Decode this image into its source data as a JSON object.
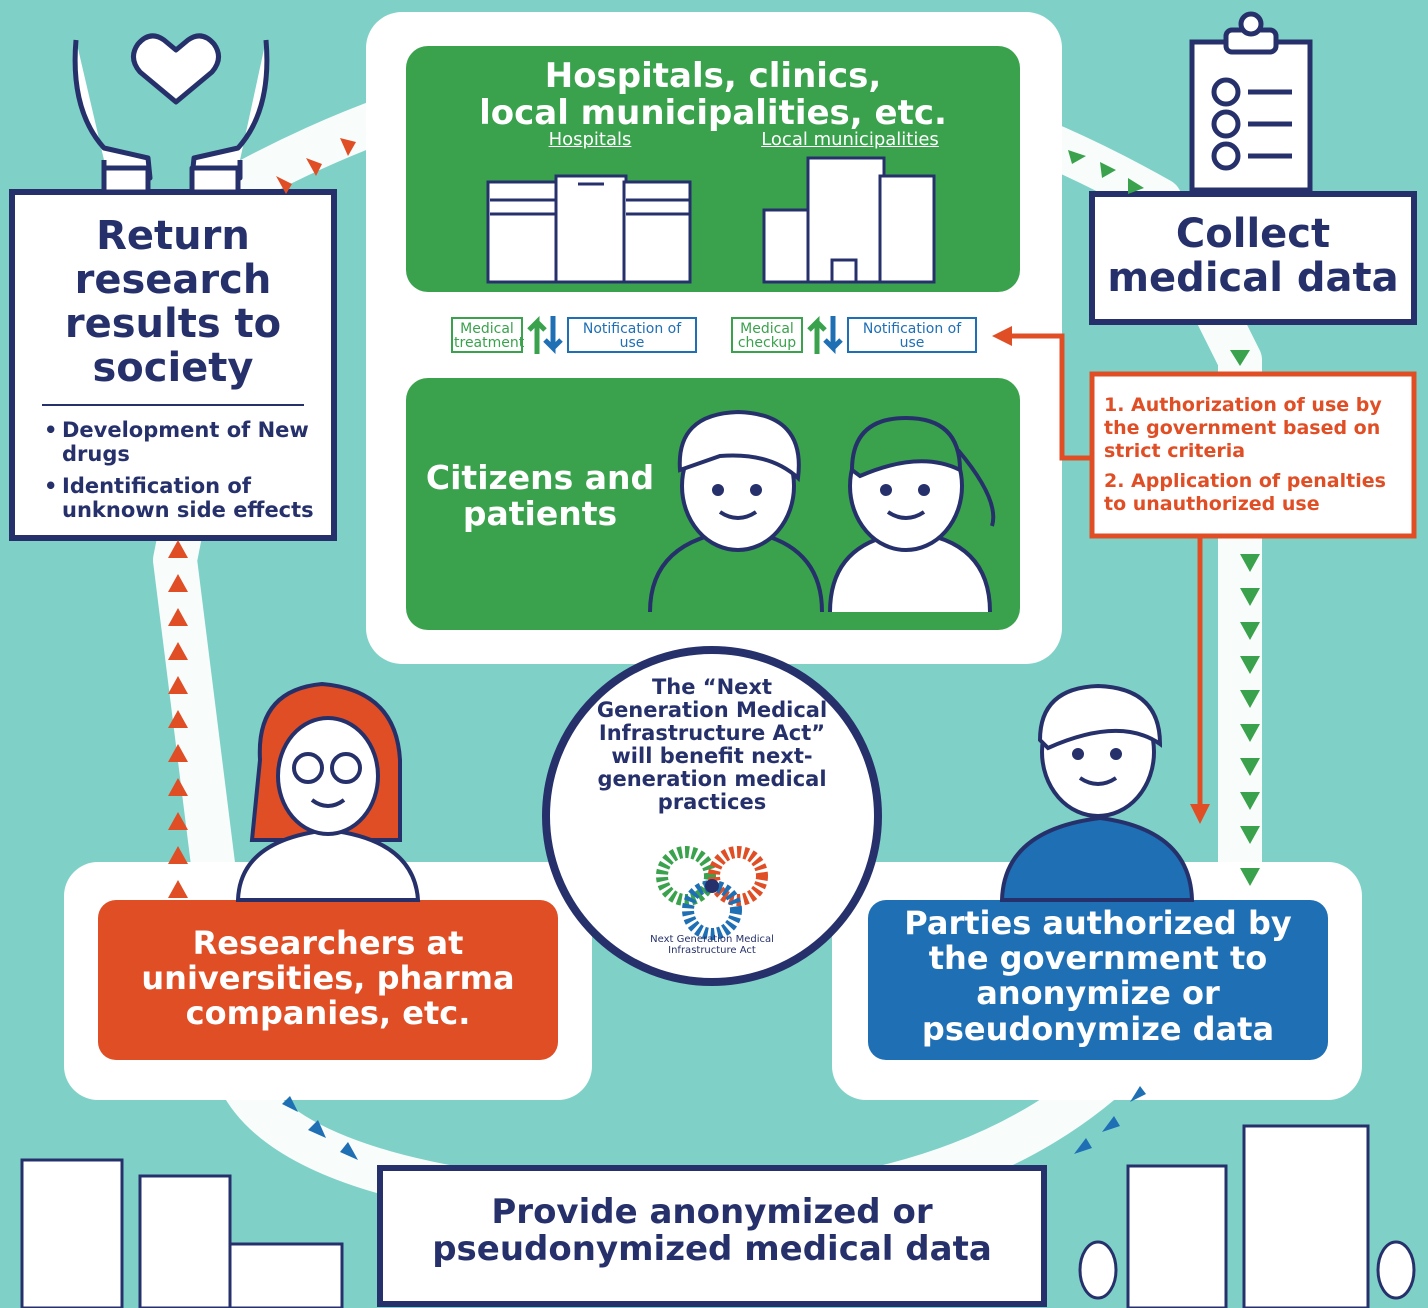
{
  "nodes": {
    "hospitals_panel": {
      "title": "Hospitals, clinics,\nlocal municipalities, etc.",
      "hospitals_label": "Hospitals",
      "municipalities_label": "Local municipalities"
    },
    "flows": {
      "medical_treatment": "Medical treatment",
      "notification_use_1": "Notification of use",
      "medical_checkup": "Medical checkup",
      "notification_use_2": "Notification of use"
    },
    "citizens": {
      "label": "Citizens and patients"
    },
    "return": {
      "title": "Return research results to society",
      "bullets": [
        "Development of New drugs",
        "Identification of unknown side effects"
      ]
    },
    "collect": {
      "title": "Collect medical data"
    },
    "criteria": {
      "items": [
        "1. Authorization of use by the government based on strict criteria",
        "2. Application of penalties to unauthorized use"
      ]
    },
    "center": {
      "text": "The “Next Generation Medical Infrastructure Act” will benefit next-generation medical practices",
      "logo_text": "Next Generation Medical Infrastructure Act"
    },
    "researchers": {
      "label": "Researchers at universities, pharma companies, etc."
    },
    "parties": {
      "label": "Parties authorized by the government to anonymize or pseudonymize data"
    },
    "provide": {
      "label": "Provide anonymized or pseudonymized medical data"
    }
  },
  "colors": {
    "background": "#7fd1c8",
    "green": "#3aa24c",
    "navy": "#26316b",
    "orange": "#e04e26",
    "blue": "#1f6fb5"
  }
}
